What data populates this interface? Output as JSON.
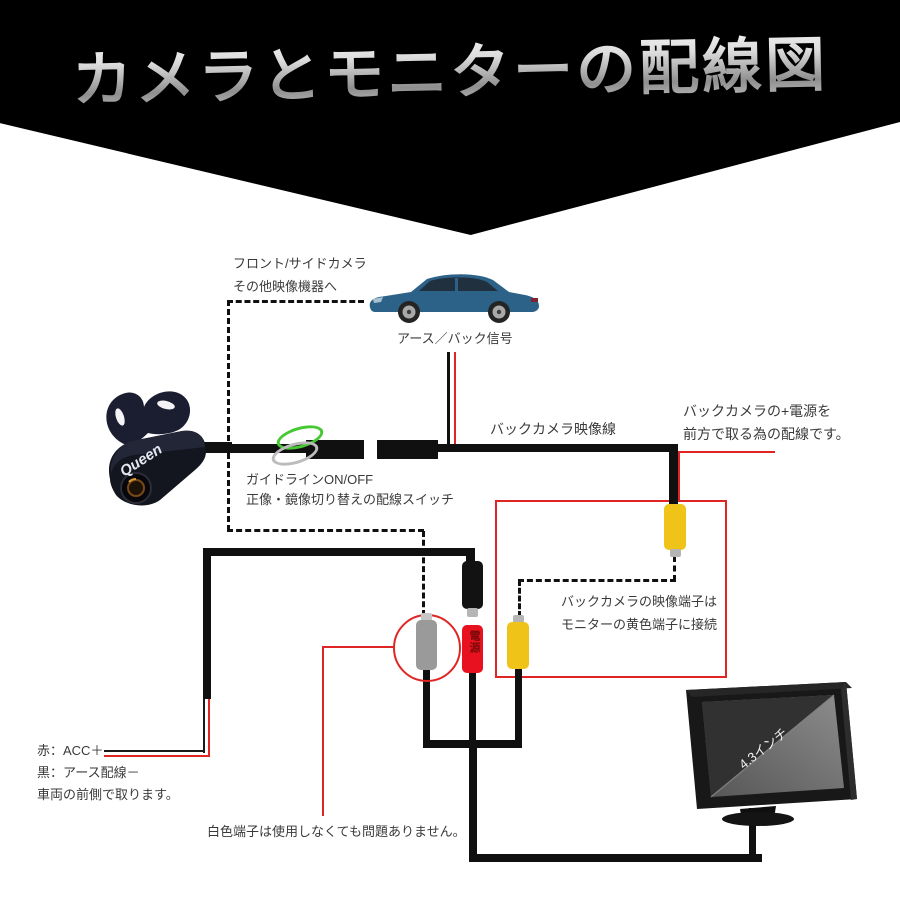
{
  "header": {
    "title": "カメラとモニターの配線図"
  },
  "camera": {
    "brand": "Queen"
  },
  "car": {
    "caption": "アース／バック信号"
  },
  "monitor": {
    "screen_label": "4.3インチ"
  },
  "annotations": {
    "front_side_camera_line1": "フロント/サイドカメラ",
    "front_side_camera_line2": "その他映像機器へ",
    "back_camera_video_line": "バックカメラ映像線",
    "back_camera_power_line1": "バックカメラの+電源を",
    "back_camera_power_line2": "前方で取る為の配線です。",
    "guideline_switch_line1": "ガイドラインON/OFF",
    "guideline_switch_line2": "正像・鏡像切り替えの配線スイッチ",
    "video_terminal_line1": "バックカメラの映像端子は",
    "video_terminal_line2": "モニターの黄色端子に接続",
    "acc_line1": "赤：ACC＋",
    "acc_line2": "黒：アース配線－",
    "acc_line3": "車両の前側で取ります。",
    "white_terminal_note": "白色端子は使用しなくても問題ありません。",
    "power_connector_label": "電源"
  },
  "colors": {
    "header_bg": "#000000",
    "title_silver": "#cccccc",
    "accent_red": "#e02525",
    "wire_black": "#111111",
    "connector_yellow": "#f0c319",
    "connector_red": "#e8111f",
    "connector_gray": "#9a9a9a",
    "loop_green": "#46c832",
    "car_body_blue": "#2d6288"
  }
}
